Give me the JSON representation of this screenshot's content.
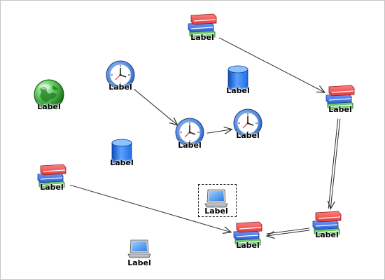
{
  "diagram": {
    "nodes": [
      {
        "id": "books-top",
        "icon": "books-icon",
        "label": "Label"
      },
      {
        "id": "clock-left",
        "icon": "clock-icon",
        "label": "Label"
      },
      {
        "id": "db-top",
        "icon": "database-icon",
        "label": "Label"
      },
      {
        "id": "globe",
        "icon": "globe-icon",
        "label": "Label"
      },
      {
        "id": "books-right",
        "icon": "books-icon",
        "label": "Label"
      },
      {
        "id": "clock-mid",
        "icon": "clock-icon",
        "label": "Label"
      },
      {
        "id": "clock-right",
        "icon": "clock-icon",
        "label": "Label"
      },
      {
        "id": "db-left",
        "icon": "database-icon",
        "label": "Label"
      },
      {
        "id": "books-left",
        "icon": "books-icon",
        "label": "Label"
      },
      {
        "id": "laptop-sel",
        "icon": "laptop-icon",
        "label": "Label",
        "selected": true
      },
      {
        "id": "books-bottom",
        "icon": "books-icon",
        "label": "Label"
      },
      {
        "id": "books-br",
        "icon": "books-icon",
        "label": "Label"
      },
      {
        "id": "laptop-bottom",
        "icon": "laptop-icon",
        "label": "Label"
      }
    ],
    "edges": [
      {
        "from": "books-top",
        "to": "books-right",
        "style": "single"
      },
      {
        "from": "clock-left",
        "to": "clock-mid",
        "style": "single"
      },
      {
        "from": "clock-mid",
        "to": "clock-right",
        "style": "single"
      },
      {
        "from": "books-right",
        "to": "books-br",
        "style": "double"
      },
      {
        "from": "books-br",
        "to": "books-bottom",
        "style": "double"
      },
      {
        "from": "books-left",
        "to": "books-bottom",
        "style": "single"
      }
    ],
    "colors": {
      "book_red": "#e23a3a",
      "book_blue": "#2f5fd0",
      "book_green": "#3aa83a",
      "clock_blue": "#2b66c9",
      "db_blue": "#1f6fe0",
      "globe_green": "#2e9a2e",
      "laptop_screen": "#2f7de0",
      "edge": "#2b2b2b"
    }
  }
}
